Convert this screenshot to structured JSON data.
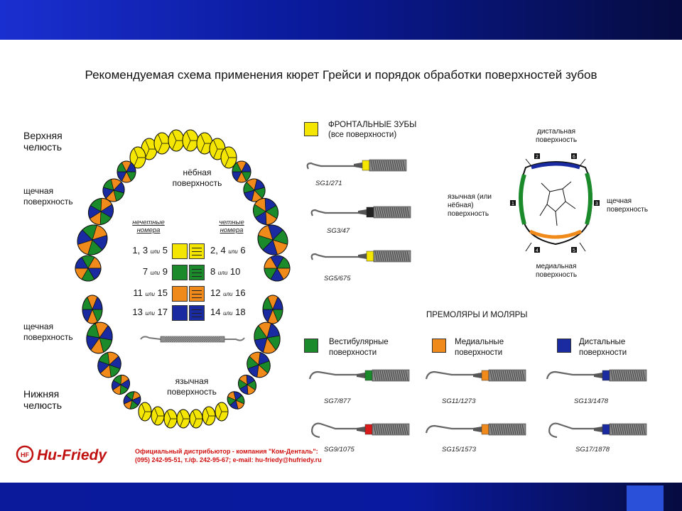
{
  "title": "Рекомендуемая схема применения кюрет Грейси и порядок обработки поверхностей зубов",
  "jaw": {
    "upper_label": "Верхняя челюсть",
    "lower_label": "Нижняя челюсть",
    "buccal_upper": "щечная поверхность",
    "buccal_lower": "щечная поверхность",
    "palatal": "нёбная поверхность",
    "lingual": "язычная поверхность",
    "odd_header": "нечетные номера",
    "even_header": "четные номера"
  },
  "legend_rows": [
    {
      "odd_a": "1, 3",
      "or": "или",
      "odd_b": "5",
      "even_a": "2, 4",
      "even_b": "6",
      "color": "#f4e600"
    },
    {
      "odd_a": "7",
      "or": "или",
      "odd_b": "9",
      "even_a": "8",
      "even_b": "10",
      "color": "#1a8a2a"
    },
    {
      "odd_a": "11",
      "or": "или",
      "odd_b": "15",
      "even_a": "12",
      "even_b": "16",
      "color": "#f08a1a"
    },
    {
      "odd_a": "13",
      "or": "или",
      "odd_b": "17",
      "even_a": "14",
      "even_b": "18",
      "color": "#1a2aa0"
    }
  ],
  "frontal": {
    "heading": "ФРОНТАЛЬНЫЕ ЗУБЫ",
    "sub": "(все поверхности)",
    "instruments": [
      "SG1/271",
      "SG3/47",
      "SG5/675"
    ]
  },
  "tooth_diagram": {
    "distal": "дистальная поверхность",
    "lingual": "язычная (или нёбная) поверхность",
    "buccal": "щечная поверхность",
    "medial": "медиальная поверхность",
    "markers": [
      "2",
      "6",
      "1",
      "3",
      "4",
      "5"
    ]
  },
  "premolars": {
    "heading": "ПРЕМОЛЯРЫ И МОЛЯРЫ",
    "groups": [
      {
        "label": "Вестибулярные поверхности",
        "color": "#1a8a2a",
        "instruments": [
          "SG7/877",
          "SG9/1075"
        ]
      },
      {
        "label": "Медиальные поверхности",
        "color": "#f08a1a",
        "instruments": [
          "SG11/1273",
          "SG15/1573"
        ]
      },
      {
        "label": "Дистальные поверхности",
        "color": "#1a2aa0",
        "instruments": [
          "SG13/1478",
          "SG17/1878"
        ]
      }
    ]
  },
  "footer": {
    "brand": "Hu-Friedy",
    "line1": "Официальный дистрибьютор - компания \"Ком-Денталь\":",
    "line2": "(095) 242-95-51, т./ф. 242-95-67; e-mail: hu-friedy@hufriedy.ru"
  },
  "colors": {
    "yellow": "#f4e600",
    "green": "#1a8a2a",
    "orange": "#f08a1a",
    "blue": "#1a2aa0",
    "red": "#d81a1a"
  }
}
